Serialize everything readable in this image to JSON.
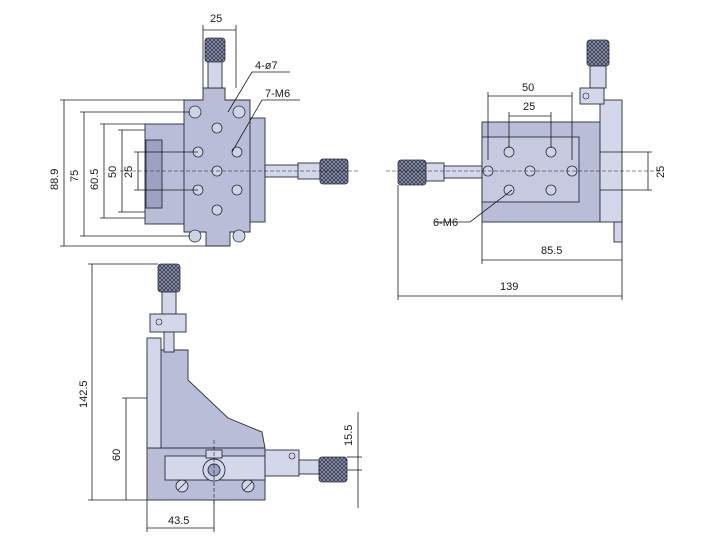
{
  "colors": {
    "body": "#b9bdd8",
    "body_light": "#d4d7ea",
    "body_dark": "#9ea2c2",
    "knurl": "#3a3f55",
    "line": "#1a1a1a"
  },
  "top_view": {
    "dims": {
      "width_top": "25",
      "holes_4": "4-ø7",
      "holes_7": "7-M6",
      "h_88_9": "88.9",
      "h_75": "75",
      "h_60_5": "60.5",
      "h_50": "50",
      "h_25": "25"
    }
  },
  "side_view": {
    "dims": {
      "w_50": "50",
      "w_25": "25",
      "h_25": "25",
      "holes_6": "6-M6",
      "w_85_5": "85.5",
      "w_139": "139"
    }
  },
  "front_view": {
    "dims": {
      "h_142_5": "142.5",
      "h_60": "60",
      "h_15_5": "15.5",
      "w_43_5": "43.5"
    }
  }
}
